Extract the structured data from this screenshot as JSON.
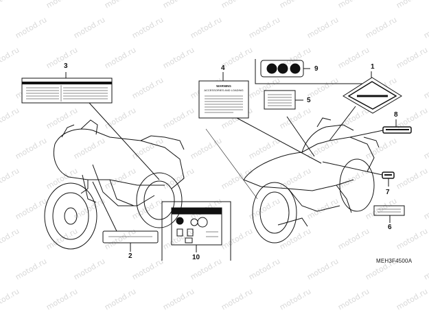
{
  "watermark": "motod.ru",
  "callouts": [
    "1",
    "2",
    "3",
    "4",
    "5",
    "6",
    "7",
    "8",
    "9",
    "10"
  ],
  "warning_label": {
    "title": "WARNING",
    "subtitle": "ACCESSORIES AND LOADING"
  },
  "diagram_code": "MEH3F4500A"
}
